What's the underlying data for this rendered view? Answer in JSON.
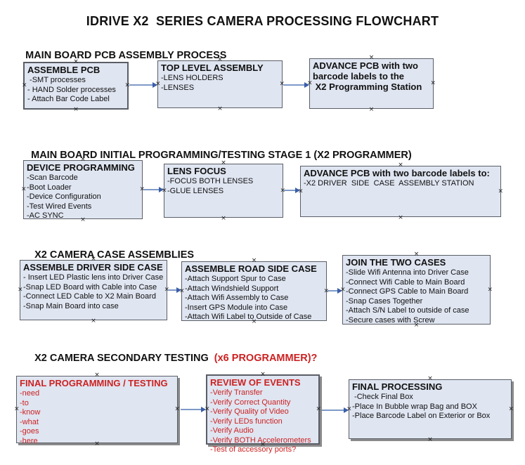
{
  "title": "IDRIVE X2  SERIES CAMERA PROCESSING FLOWCHART",
  "colors": {
    "box_fill": "#dfe5f1",
    "box_border": "#5a5e66",
    "red_text": "#cc2222",
    "arrow_line": "#7d99c7",
    "arrow_head": "#3a5ea8",
    "shadow": "#8a8a8a",
    "heading_text": "#111111"
  },
  "decorations": {
    "handle_glyph": "×"
  },
  "sections": [
    {
      "heading": "MAIN BOARD PCB ASSEMBLY PROCESS",
      "suffix": ""
    },
    {
      "heading": "MAIN BOARD INITIAL PROGRAMMING/TESTING STAGE 1 (X2 PROGRAMMER)",
      "suffix": ""
    },
    {
      "heading": "X2 CAMERA CASE ASSEMBLIES",
      "suffix": ""
    },
    {
      "heading": "X2 CAMERA SECONDARY TESTING",
      "suffix": "  (x6 PROGRAMMER)?"
    }
  ],
  "boxes": {
    "assemble_pcb": {
      "title": "ASSEMBLE PCB",
      "lines": [
        " -SMT processes",
        "- HAND Solder processes",
        "- Attach Bar Code Label"
      ]
    },
    "top_level_assembly": {
      "title": "TOP LEVEL ASSEMBLY",
      "lines": [
        "-LENS HOLDERS",
        "-LENSES"
      ]
    },
    "advance_pcb_programming": {
      "title": "ADVANCE PCB with two\nbarcode labels to the\n X2 Programming Station",
      "lines": []
    },
    "device_programming": {
      "title": "DEVICE PROGRAMMING",
      "lines": [
        "-Scan Barcode",
        "-Boot Loader",
        "-Device Configuration",
        "-Test Wired Events",
        "-AC SYNC"
      ]
    },
    "lens_focus": {
      "title": "LENS FOCUS",
      "lines": [
        "-FOCUS BOTH LENSES",
        "-GLUE LENSES"
      ]
    },
    "advance_pcb_case": {
      "title": "ADVANCE PCB with two barcode labels to:",
      "lines": [
        "-X2 DRIVER  SIDE  CASE  ASSEMBLY STATION"
      ]
    },
    "assemble_driver_side": {
      "title": "ASSEMBLE DRIVER SIDE CASE",
      "lines": [
        "- Insert LED Plastic lens into Driver Case",
        "-Snap LED Board with Cable into Case",
        "-Connect LED Cable to X2 Main Board",
        "-Snap Main Board into case"
      ]
    },
    "assemble_road_side": {
      "title": "ASSEMBLE ROAD SIDE CASE",
      "lines": [
        "-Attach Support Spur to Case",
        "-Attach Windshield Support",
        "-Attach Wifi Assembly to Case",
        "-Insert GPS Module into Case",
        "-Attach Wifi Label to Outside of Case"
      ]
    },
    "join_two_cases": {
      "title": "JOIN THE TWO CASES",
      "lines": [
        "-Slide Wifi Antenna into Driver Case",
        "-Connect Wifi Cable to Main Board",
        "-Connect GPS Cable to Main Board",
        "-Snap Cases Together",
        "-Attach S/N Label to outside of case",
        "-Secure cases with Screw"
      ]
    },
    "final_programming": {
      "title": "FINAL PROGRAMMING / TESTING",
      "lines": [
        "-need",
        "-to",
        "-know",
        "-what",
        "-goes",
        "-here"
      ]
    },
    "review_of_events": {
      "title": "REVIEW OF EVENTS",
      "lines": [
        "-Verify Transfer",
        "-Verify Correct Quantity",
        "-Verify Quality of Video",
        "-Verify LEDs function",
        "-Verify Audio",
        "-Verify BOTH Accelerometers",
        "-Test of accessory ports?"
      ]
    },
    "final_processing": {
      "title": "FINAL PROCESSING",
      "lines": [
        " -Check Final Box",
        "-Place In Bubble wrap Bag and BOX",
        "-Place Barcode Label on Exterior or Box"
      ]
    }
  }
}
